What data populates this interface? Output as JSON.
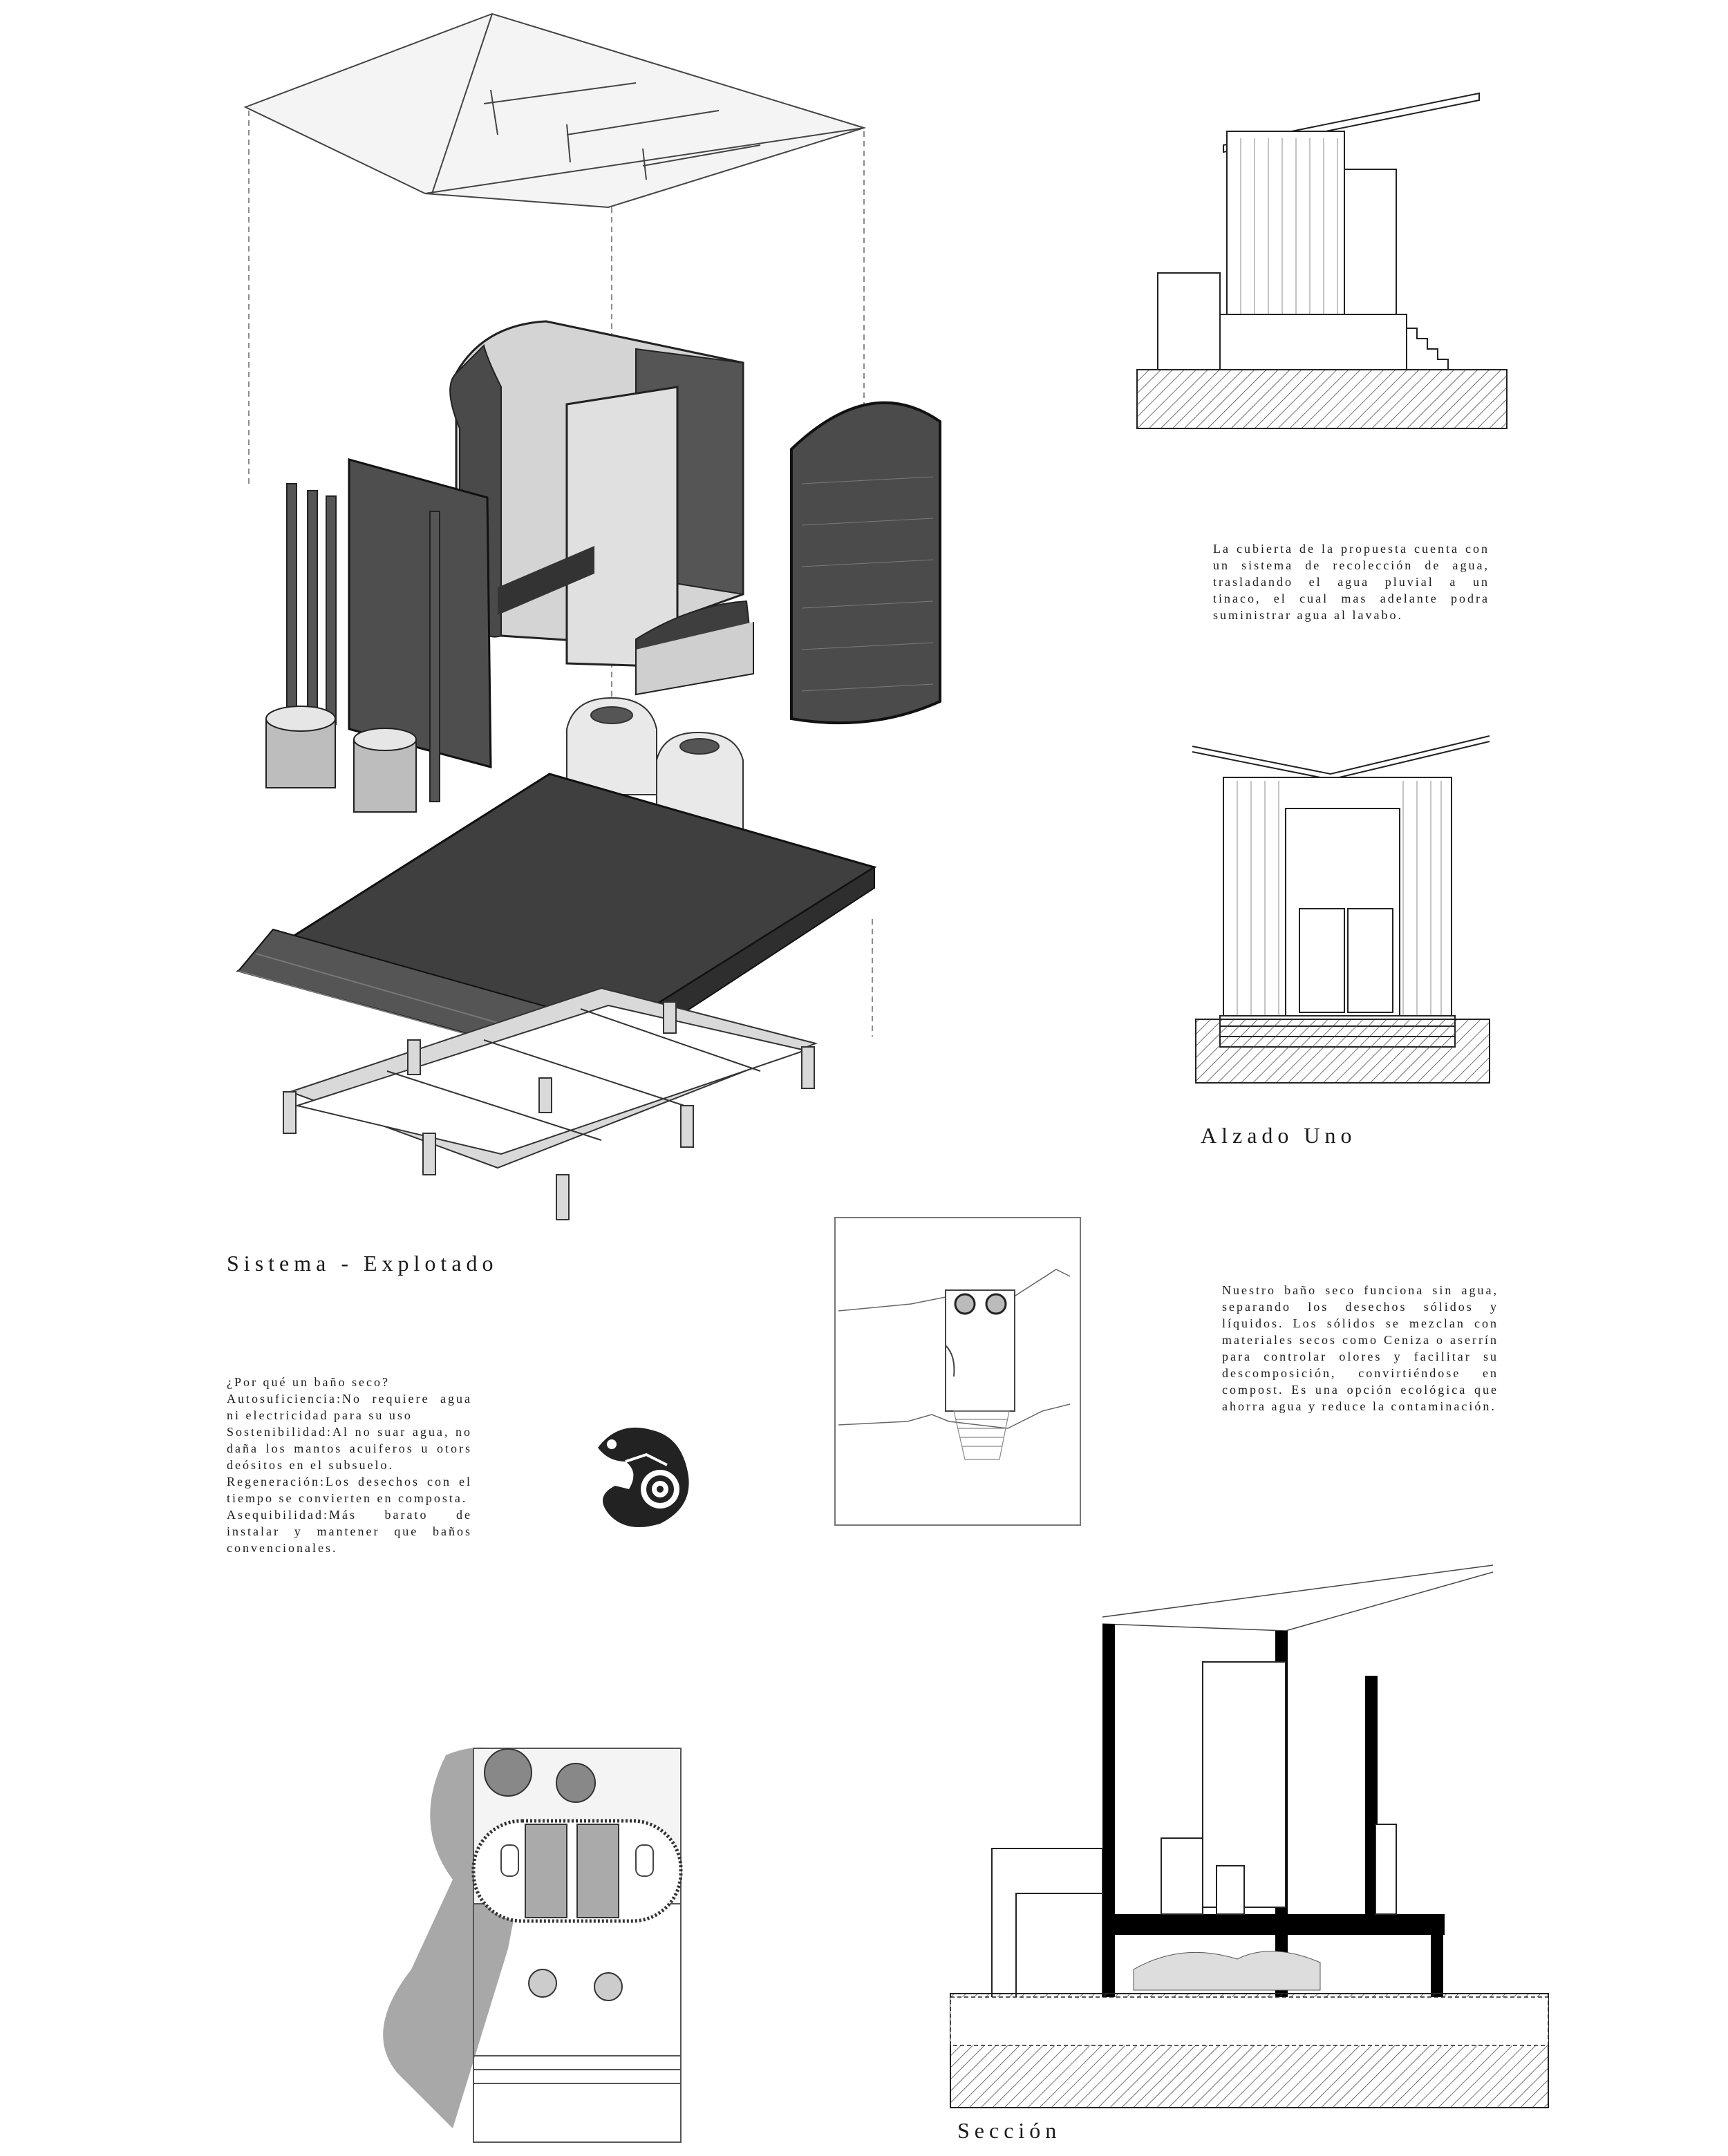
{
  "titles": {
    "exploded": "Sistema - Explotado",
    "elevation": "Alzado Uno",
    "section": "Sección"
  },
  "texts": {
    "roof_note": "La cubierta de la propuesta cuenta con un sistema de recolección de agua, trasladando el agua pluvial a un tinaco, el cual mas adelante podra suministrar agua al lavabo.",
    "dry_toilet_note": "Nuestro baño seco funciona sin agua, separando los desechos sólidos y líquidos. Los sólidos se mezclan con materiales secos como Ceniza o aserrín para controlar olores y facilitar su descomposición, convirtiéndose en compost. Es una opción ecológica que ahorra agua y reduce la contaminación.",
    "why_lines": [
      "¿Por qué un baño seco?",
      "Autosuficiencia:No requiere agua ni electricidad para su uso",
      "Sostenibilidad:Al no suar agua, no daña los mantos acuiferos u otors deósitos en el subsuelo.",
      "Regeneración:Los desechos con el tiempo se convierten en composta.",
      "Asequibilidad:Más barato de instalar y mantener que baños convencionales."
    ]
  },
  "colors": {
    "line": "#1a1a1a",
    "dark_wood": "#3b3b3b",
    "plywood": "#cfcfcf",
    "shadow": "#9a9a9a"
  }
}
